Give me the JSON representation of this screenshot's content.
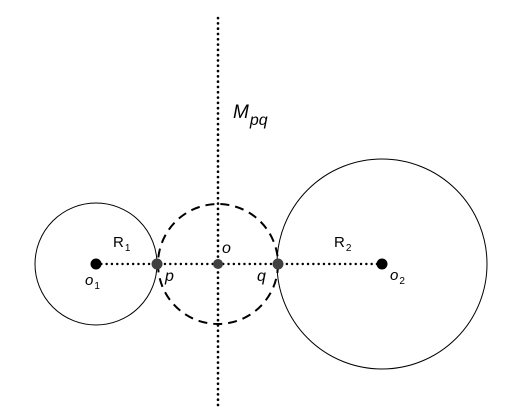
{
  "diagram": {
    "line_label": {
      "main": "M",
      "sub": "pq"
    },
    "circle1": {
      "center_label": {
        "main": "o",
        "sub": "1"
      },
      "radius_label": {
        "main": "R",
        "sub": "1"
      }
    },
    "circle2": {
      "center_label": {
        "main": "o",
        "sub": "2"
      },
      "radius_label": {
        "main": "R",
        "sub": "2"
      }
    },
    "middle": {
      "center_label": "o"
    },
    "point_p": "p",
    "point_q": "q"
  },
  "colors": {
    "stroke": "#000000",
    "point_fill": "#000000",
    "point_gray": "#404040"
  }
}
